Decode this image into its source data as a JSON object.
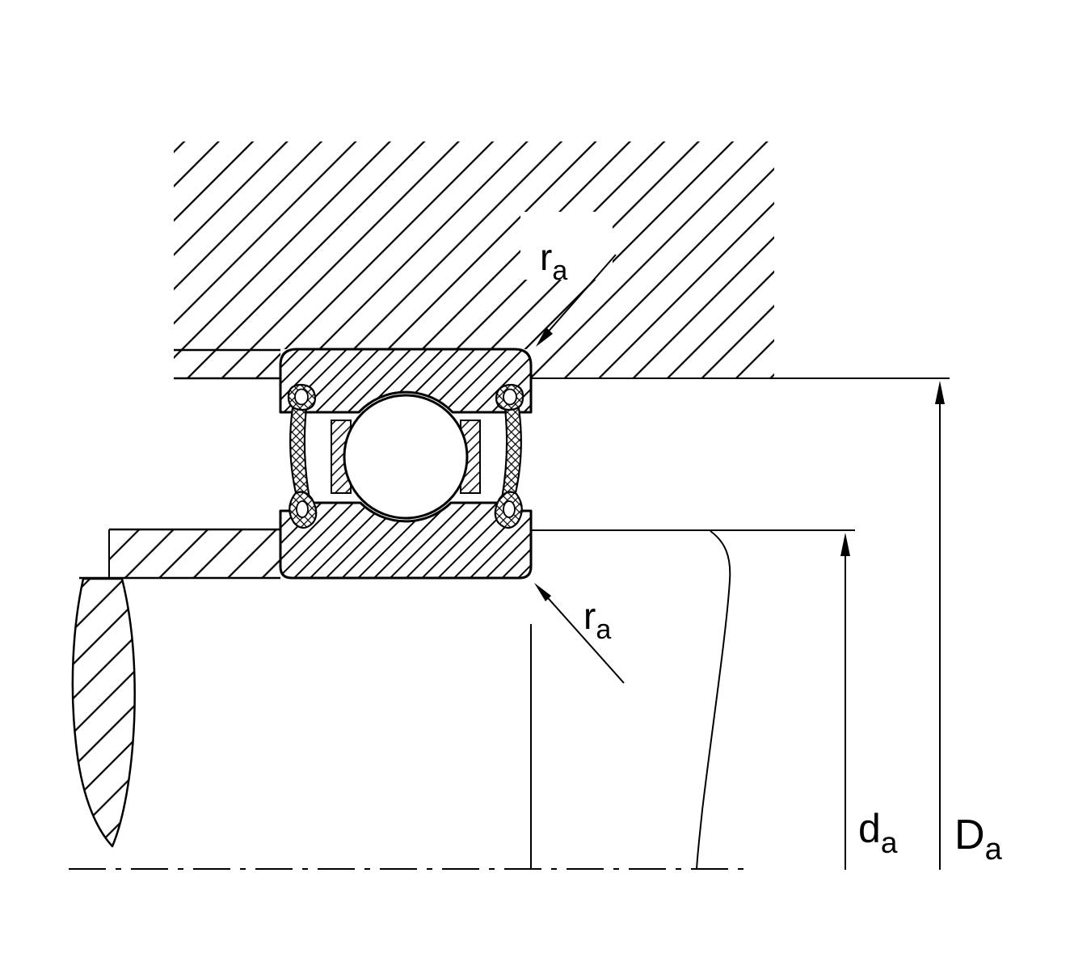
{
  "labels": {
    "ra_top": {
      "main": "r",
      "sub": "a"
    },
    "ra_bottom": {
      "main": "r",
      "sub": "a"
    },
    "da": {
      "main": "d",
      "sub": "a"
    },
    "Da": {
      "main": "D",
      "sub": "a"
    }
  },
  "colors": {
    "line": "#000000",
    "background": "#ffffff"
  }
}
